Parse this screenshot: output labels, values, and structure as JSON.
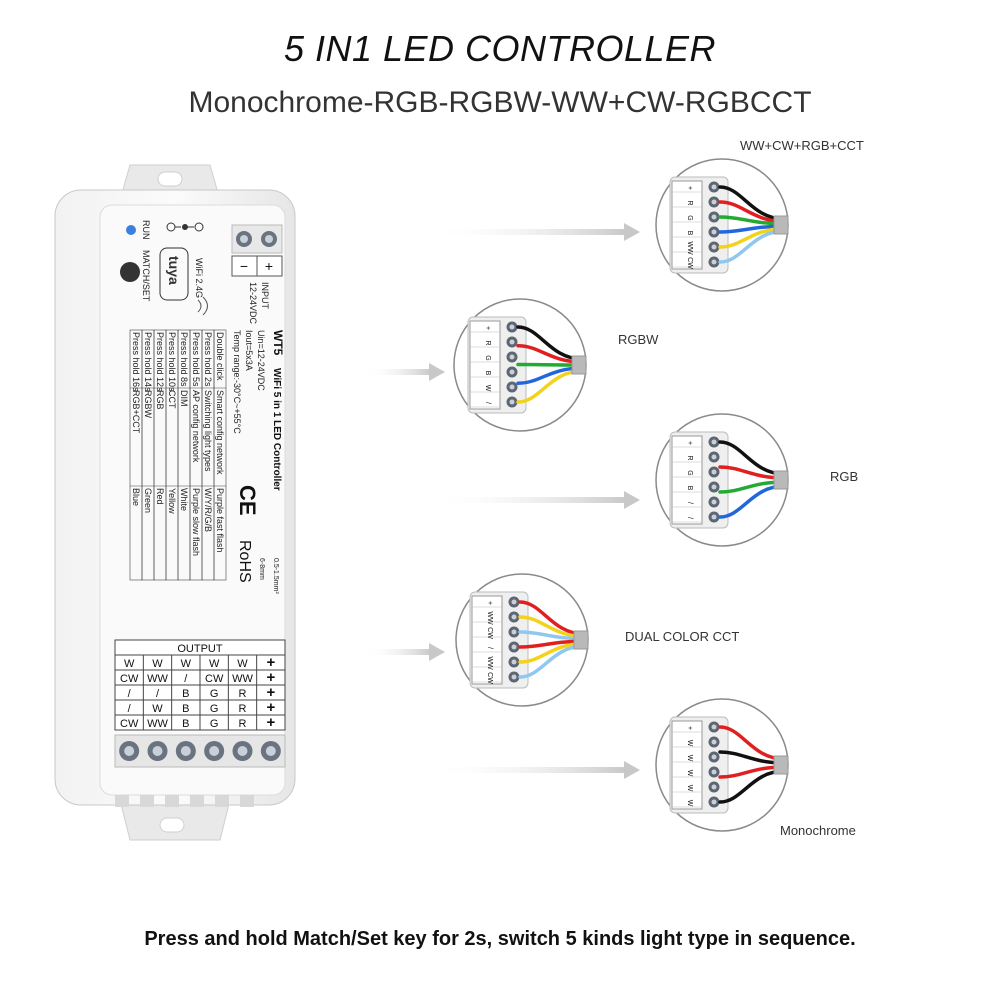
{
  "title": "5 IN1 LED CONTROLLER",
  "subtitle": "Monochrome-RGB-RGBW-WW+CW-RGBCCT",
  "footer": "Press and hold Match/Set key for 2s, switch 5 kinds light type in sequence.",
  "device": {
    "brand": "tuya",
    "model": "WT5",
    "product_name": "WiFi 5 in 1 LED Controller",
    "run_label": "RUN",
    "matchset_label": "MATCH/SET",
    "wifi_label": "WiFi 2.4G",
    "input_label": "INPUT",
    "input_voltage": "12-24VDC",
    "minus": "−",
    "plus": "+",
    "specs": [
      "Uin=12-24VDC",
      "Iout=5x3A",
      "Temp range:-30°C~+55°C"
    ],
    "instructions": [
      [
        "Double click",
        "Smart config network",
        "Purple fast flash"
      ],
      [
        "Press hold 2s",
        "Switching light types",
        "W/Y/R/G/B"
      ],
      [
        "Press hold 5s",
        "AP config network",
        "Purple slow flash"
      ],
      [
        "Press hold 8s",
        "DIM",
        "White"
      ],
      [
        "Press hold 10s",
        "CCT",
        "Yellow"
      ],
      [
        "Press hold 12s",
        "RGB",
        "Red"
      ],
      [
        "Press hold 14s",
        "RGBW",
        "Green"
      ],
      [
        "Press hold 16s",
        "RGB+CCT",
        "Blue"
      ]
    ],
    "wire_gauge": "0.5-1.5mm²",
    "strip_length": "6-8mm",
    "ce_mark": "CE",
    "rohs_mark": "RoHS",
    "output_header": "OUTPUT",
    "output_table": [
      [
        "W",
        "W",
        "W",
        "W",
        "W",
        "+"
      ],
      [
        "CW",
        "WW",
        "/",
        "CW",
        "WW",
        "+"
      ],
      [
        "/",
        "/",
        "B",
        "G",
        "R",
        "+"
      ],
      [
        "/",
        "W",
        "B",
        "G",
        "R",
        "+"
      ],
      [
        "CW",
        "WW",
        "B",
        "G",
        "R",
        "+"
      ]
    ]
  },
  "configs": [
    {
      "label": "WW+CW+RGB+CCT",
      "pins": [
        "+",
        "R",
        "G",
        "B",
        "WW",
        "CW"
      ],
      "wires": [
        "#111111",
        "#e02020",
        "#22aa33",
        "#2266dd",
        "#f2d21a",
        "#8ec8f0"
      ]
    },
    {
      "label": "RGBW",
      "pins": [
        "+",
        "R",
        "G",
        "B",
        "W",
        "/"
      ],
      "wires": [
        "#111111",
        "#e02020",
        "#22aa33",
        "#2266dd",
        "#f2d21a"
      ]
    },
    {
      "label": "RGB",
      "pins": [
        "+",
        "R",
        "G",
        "B",
        "/",
        "/"
      ],
      "wires": [
        "#111111",
        "#e02020",
        "#22aa33",
        "#2266dd"
      ]
    },
    {
      "label": "DUAL COLOR CCT",
      "pins": [
        "+",
        "WW",
        "CW",
        "/",
        "WW",
        "CW"
      ],
      "wires": [
        "#e02020",
        "#f2d21a",
        "#8ec8f0",
        "#e02020",
        "#f2d21a",
        "#8ec8f0"
      ]
    },
    {
      "label": "Monochrome",
      "pins": [
        "+",
        "W",
        "W",
        "W",
        "W",
        "W"
      ],
      "wires": [
        "#e02020",
        "#111111",
        "#e02020",
        "#111111"
      ]
    }
  ]
}
